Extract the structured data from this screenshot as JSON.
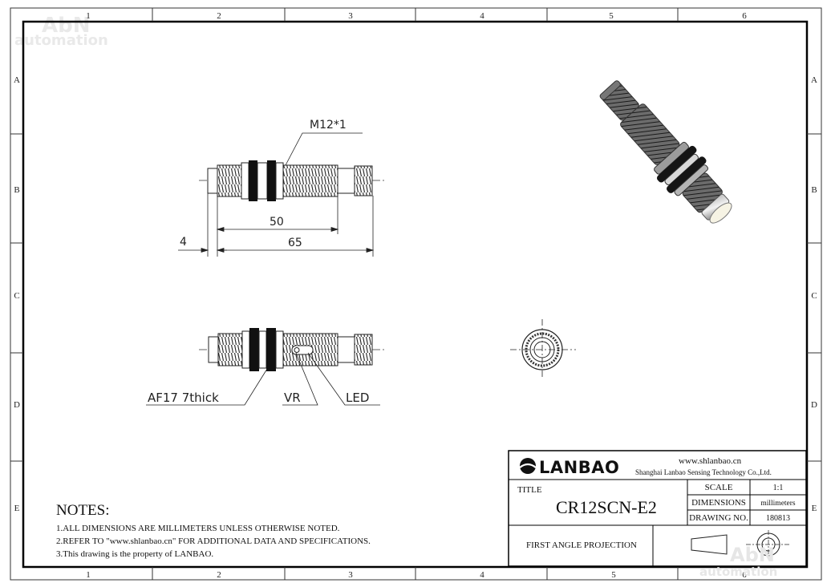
{
  "watermark": {
    "line1": "AbN",
    "line2": "automation"
  },
  "zones": {
    "columns": [
      "1",
      "2",
      "3",
      "4",
      "5",
      "6"
    ],
    "rows": [
      "A",
      "B",
      "C",
      "D",
      "E"
    ]
  },
  "drawing": {
    "thread_label": "M12*1",
    "dim_50": "50",
    "dim_65": "65",
    "dim_4": "4",
    "wrench_label": "AF17 7thick",
    "vr_label": "VR",
    "led_label": "LED"
  },
  "notes": {
    "title": "NOTES:",
    "items": [
      "1.ALL DIMENSIONS ARE MILLIMETERS UNLESS OTHERWISE NOTED.",
      "2.REFER TO \"www.shlanbao.cn\" FOR ADDITIONAL DATA AND SPECIFICATIONS.",
      "3.This drawing is the property of LANBAO."
    ]
  },
  "title_block": {
    "brand": "LANBAO",
    "website": "www.shlanbao.cn",
    "company": "Shanghai Lanbao Sensing Technology Co.,Ltd.",
    "title_label": "TITLE",
    "part_number": "CR12SCN-E2",
    "scale_label": "SCALE",
    "scale_value": "1:1",
    "dimensions_label": "DIMENSIONS",
    "dimensions_value": "millimeters",
    "drawing_no_label": "DRAWING NO.",
    "drawing_no_value": "180813",
    "projection": "FIRST ANGLE PROJECTION"
  }
}
